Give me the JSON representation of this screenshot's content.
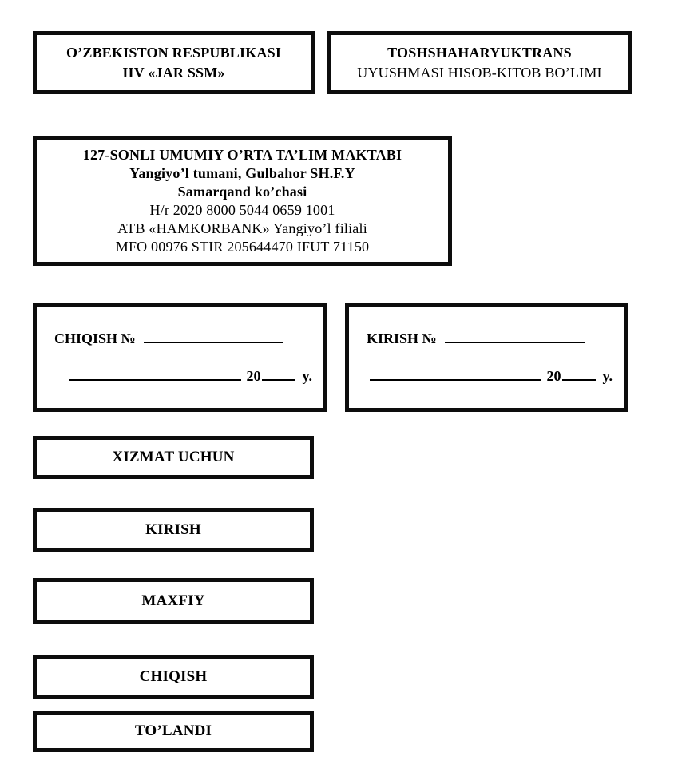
{
  "document": {
    "type": "official-stamp-template-sheet",
    "language": "uz"
  },
  "header": {
    "left_box": {
      "line1": "O’ZBEKISTON RESPUBLIKASI",
      "line2": "IIV «JAR SSM»"
    },
    "right_box": {
      "line1": "TOSHSHAHARYUKTRANS",
      "line2": "UYUSHMASI HISOB-KITOB BO’LIMI"
    }
  },
  "school_box": {
    "line1": "127-SONLI UMUMIY O’RTA TA’LIM MAKTABI",
    "line2": "Yangiyo’l tumani, Gulbahor SH.F.Y",
    "line3": "Samarqand ko’chasi",
    "line4": "H/r 2020 8000 5044 0659 1001",
    "line5": "ATB «HAMKORBANK» Yangiyo’l filiali",
    "line6": "MFO 00976 STIR 205644470 IFUT 71150"
  },
  "register_boxes": {
    "outgoing": {
      "label": "CHIQISH №",
      "number_value": "",
      "year_prefix": "20",
      "year_value": "",
      "year_suffix": "y.",
      "date_value": ""
    },
    "incoming": {
      "label": "KIRISH №",
      "number_value": "",
      "year_prefix": "20",
      "year_value": "",
      "year_suffix": "y.",
      "date_value": ""
    }
  },
  "stamp_labels": [
    {
      "label": "XIZMAT UCHUN"
    },
    {
      "label": "KIRISH"
    },
    {
      "label": "MAXFIY"
    },
    {
      "label": "CHIQISH"
    },
    {
      "label": "TO’LANDI"
    }
  ],
  "colors": {
    "page_background": "#ffffff",
    "border": "#0d0d0d",
    "text": "#000000"
  }
}
